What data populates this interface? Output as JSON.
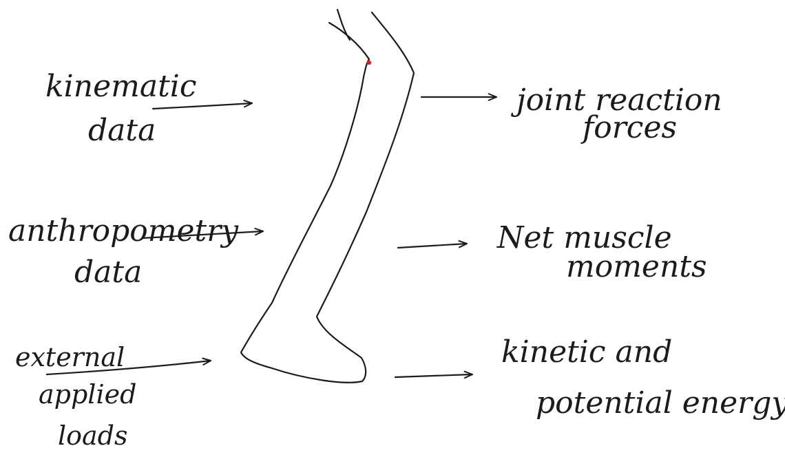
{
  "inputs": [
    {
      "lines": [
        "kinematic",
        "data"
      ]
    },
    {
      "lines": [
        "anthropometry",
        "data"
      ]
    },
    {
      "lines": [
        "external",
        "applied",
        "loads"
      ]
    }
  ],
  "outputs": [
    {
      "lines": [
        "joint reaction",
        "forces"
      ]
    },
    {
      "lines": [
        "Net muscle",
        "moments"
      ]
    },
    {
      "lines": [
        "kinetic and",
        "potential energy"
      ]
    }
  ],
  "colors": {
    "ink": "#1b1b1b",
    "marker": "#e02020"
  }
}
